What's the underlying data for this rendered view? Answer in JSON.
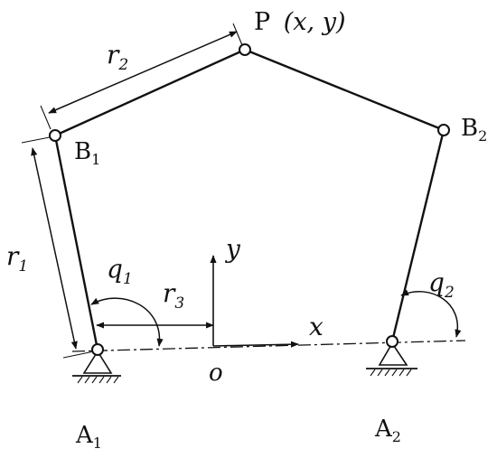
{
  "labels": {
    "point_p": "P",
    "point_p_coords": "(x, y)",
    "b1": "B",
    "b1_sub": "1",
    "b2": "B",
    "b2_sub": "2",
    "a1": "A",
    "a1_sub": "1",
    "a2": "A",
    "a2_sub": "2",
    "r1": "r",
    "r1_sub": "1",
    "r2": "r",
    "r2_sub": "2",
    "r3": "r",
    "r3_sub": "3",
    "q1": "q",
    "q1_sub": "1",
    "q2": "q",
    "q2_sub": "2",
    "axis_x": "x",
    "axis_y": "y",
    "origin": "o"
  }
}
